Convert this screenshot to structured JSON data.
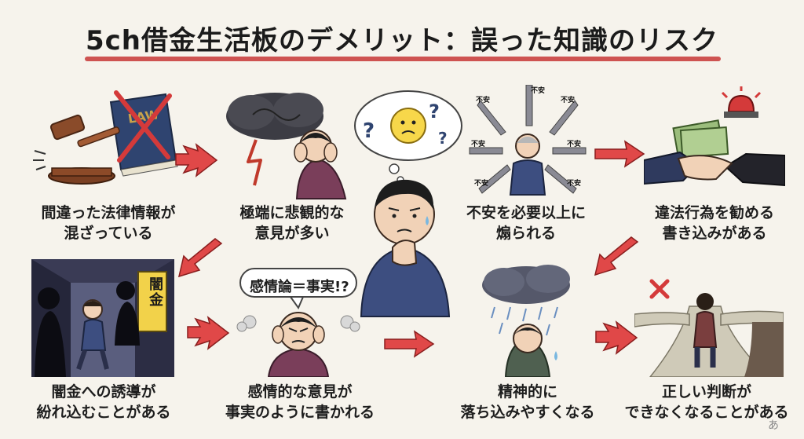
{
  "title": "5ch借金生活板のデメリット：誤った知識のリスク",
  "captions": {
    "c1_l1": "間違った法律情報が",
    "c1_l2": "混ざっている",
    "c2_l1": "極端に悲観的な",
    "c2_l2": "意見が多い",
    "c3_l1": "不安を必要以上に",
    "c3_l2": "煽られる",
    "c4_l1": "違法行為を勧める",
    "c4_l2": "書き込みがある",
    "c5_l1": "闇金への誘導が",
    "c5_l2": "紛れ込むことがある",
    "c6_l1": "感情的な意見が",
    "c6_l2": "事実のように書かれる",
    "c7_l1": "精神的に",
    "c7_l2": "落ち込みやすくなる",
    "c8_l1": "正しい判断が",
    "c8_l2": "できなくなることがある"
  },
  "labels": {
    "law_book": "LAW",
    "speech_bubble": "感情論＝事実!?",
    "yamikin_sign": "闇金",
    "anxiety_word": "不安",
    "watermark": "あ"
  },
  "colors": {
    "accent_red": "#d43a3a",
    "arrow_red": "#e04848",
    "background": "#f6f3ec"
  }
}
